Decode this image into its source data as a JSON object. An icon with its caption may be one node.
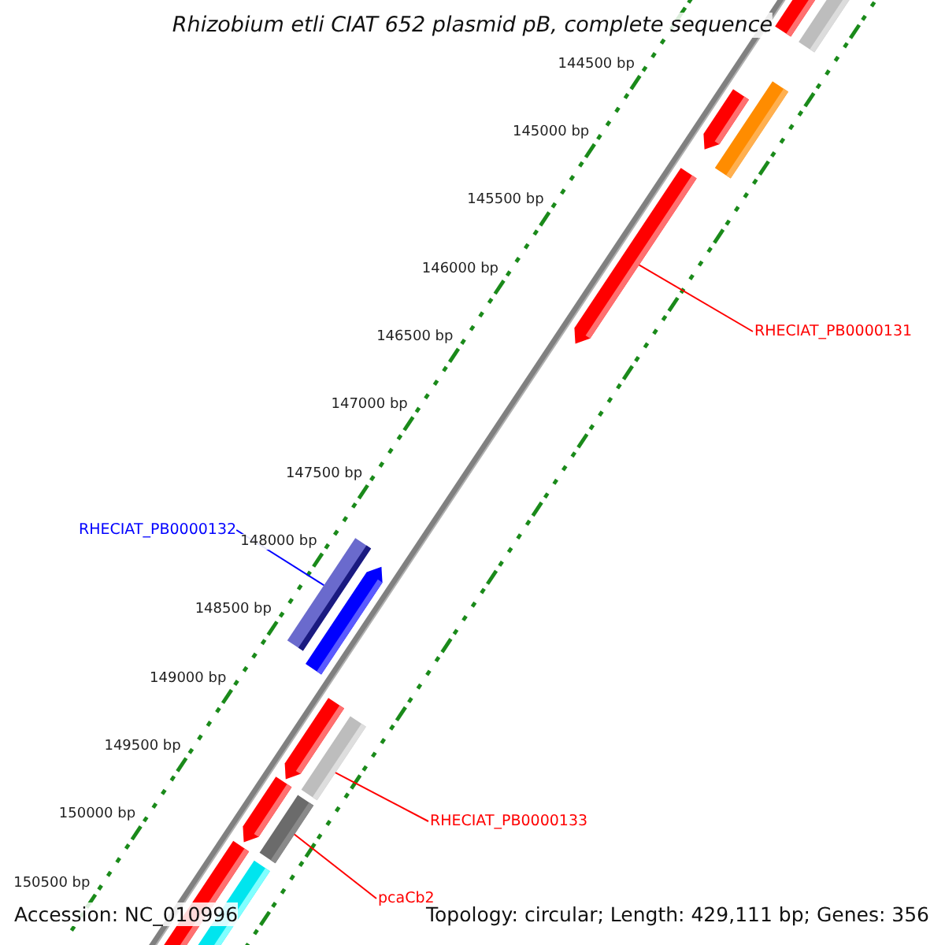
{
  "diagram": {
    "title": "Rhizobium etli CIAT 652 plasmid pB, complete sequence",
    "nodes": [
      {
        "text": [
          "RHECIAT_PB0000131"
        ]
      },
      {
        "text": [
          "RHECIAT_PB0000132"
        ]
      },
      {
        "text": [
          "RHECIAT_PB0000133"
        ]
      },
      {
        "text": [
          "pcaCb2"
        ]
      },
      {
        "text": [],
        "shape": "arrow"
      },
      {
        "text": [],
        "shape": "bar"
      },
      {
        "text": [],
        "shape": "bar"
      },
      {
        "text": [],
        "shape": "bar"
      }
    ],
    "edges": [
      {
        "from": 0,
        "to": 4,
        "arrow": "none"
      },
      {
        "from": 1,
        "to": 5,
        "arrow": "none",
        "color": "#0000ff"
      },
      {
        "from": 2,
        "to": 6,
        "arrow": "none"
      },
      {
        "from": 3,
        "to": 7,
        "arrow": "none"
      }
    ],
    "labels": [
      "144500 bp",
      "145000 bp",
      "145500 bp",
      "146000 bp",
      "146500 bp",
      "147000 bp",
      "147500 bp",
      "148000 bp",
      "148500 bp",
      "149000 bp",
      "149500 bp",
      "150000 bp",
      "150500 bp",
      "Accession: NC_010996",
      "Topology: circular; Length: 429,111 bp; Genes: 356"
    ]
  }
}
